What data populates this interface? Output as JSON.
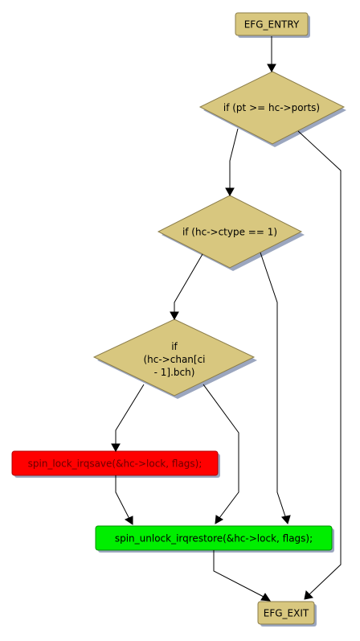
{
  "nodes": {
    "entry": {
      "label": "EFG_ENTRY",
      "color": "#d8c77f"
    },
    "cond_ports": {
      "label": "if (pt >= hc->ports)",
      "color": "#d8c77f"
    },
    "cond_ctype": {
      "label": "if (hc->ctype == 1)",
      "color": "#d8c77f"
    },
    "cond_bch": {
      "line1": "if",
      "line2": "(hc->chan[ci",
      "line3": "- 1].bch)",
      "color": "#d8c77f"
    },
    "lock": {
      "label": "spin_lock_irqsave(&hc->lock, flags);",
      "color": "#ff0000"
    },
    "unlock": {
      "label": "spin_unlock_irqrestore(&hc->lock, flags);",
      "color": "#00ee00"
    },
    "exit": {
      "label": "EFG_EXIT",
      "color": "#d8c77f"
    }
  },
  "colors": {
    "shadow": "#9ba6bf",
    "edge": "#000000",
    "border": "#8b7d4a"
  }
}
